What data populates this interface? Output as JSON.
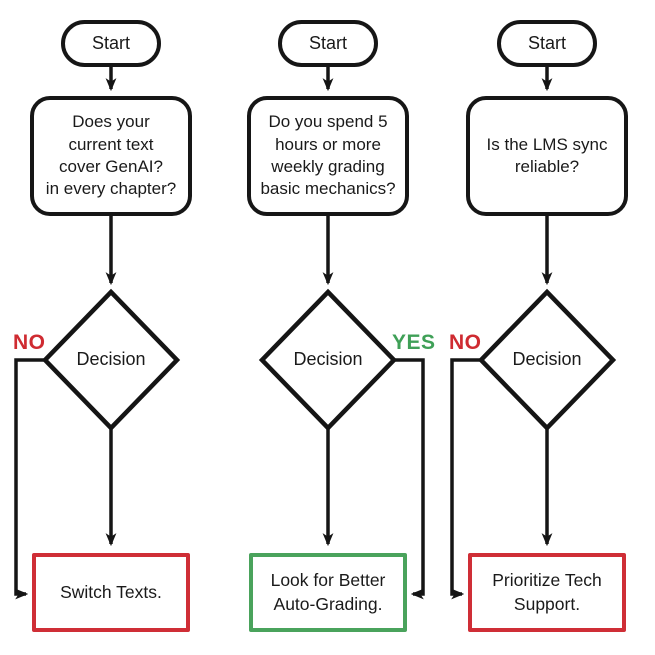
{
  "colors": {
    "line": "#151515",
    "text": "#1a1a1a",
    "red": "#cf2b31",
    "green": "#4aa35c"
  },
  "columns": [
    {
      "start_label": "Start",
      "question_lines": [
        "Does your",
        "current text",
        "cover GenAI?",
        "in every chapter?"
      ],
      "decision_label": "Decision",
      "branch_label": "NO",
      "branch_side": "left",
      "branch_color": "#cf2b31",
      "result_lines": [
        "Switch Texts."
      ],
      "result_border_color": "#cf2e36"
    },
    {
      "start_label": "Start",
      "question_lines": [
        "Do you spend 5",
        "hours or more",
        "weekly grading",
        "basic mechanics?"
      ],
      "decision_label": "Decision",
      "branch_label": "YES",
      "branch_side": "right",
      "branch_color": "#3fa057",
      "result_lines": [
        "Look for Better",
        "Auto-Grading."
      ],
      "result_border_color": "#4aa35c"
    },
    {
      "start_label": "Start",
      "question_lines": [
        "Is the LMS sync",
        "reliable?"
      ],
      "decision_label": "Decision",
      "branch_label": "NO",
      "branch_side": "left",
      "branch_color": "#cf2b31",
      "result_lines": [
        "Prioritize Tech",
        "Support."
      ],
      "result_border_color": "#cf2e36"
    }
  ]
}
